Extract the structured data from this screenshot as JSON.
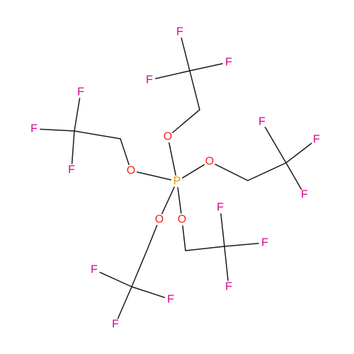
{
  "molecule": {
    "atoms": [
      {
        "id": "P",
        "symbol": "P",
        "color": "#e69500"
      },
      {
        "id": "O1",
        "symbol": "O",
        "color": "#ff1f1f"
      },
      {
        "id": "O2",
        "symbol": "O",
        "color": "#ff1f1f"
      },
      {
        "id": "O3",
        "symbol": "O",
        "color": "#ff1f1f"
      },
      {
        "id": "O4",
        "symbol": "O",
        "color": "#ff1f1f"
      },
      {
        "id": "O5",
        "symbol": "O",
        "color": "#ff1f1f"
      },
      {
        "id": "F1",
        "symbol": "F",
        "color": "#d6008f"
      },
      {
        "id": "F2",
        "symbol": "F",
        "color": "#d6008f"
      },
      {
        "id": "F3",
        "symbol": "F",
        "color": "#d6008f"
      },
      {
        "id": "F4",
        "symbol": "F",
        "color": "#d6008f"
      },
      {
        "id": "F5",
        "symbol": "F",
        "color": "#d6008f"
      },
      {
        "id": "F6",
        "symbol": "F",
        "color": "#d6008f"
      },
      {
        "id": "F7",
        "symbol": "F",
        "color": "#d6008f"
      },
      {
        "id": "F8",
        "symbol": "F",
        "color": "#d6008f"
      },
      {
        "id": "F9",
        "symbol": "F",
        "color": "#d6008f"
      },
      {
        "id": "F10",
        "symbol": "F",
        "color": "#d6008f"
      },
      {
        "id": "F11",
        "symbol": "F",
        "color": "#d6008f"
      },
      {
        "id": "F12",
        "symbol": "F",
        "color": "#d6008f"
      },
      {
        "id": "F13",
        "symbol": "F",
        "color": "#d6008f"
      },
      {
        "id": "F14",
        "symbol": "F",
        "color": "#d6008f"
      },
      {
        "id": "F15",
        "symbol": "F",
        "color": "#d6008f"
      }
    ],
    "bond_color": "#1a1a1a"
  }
}
